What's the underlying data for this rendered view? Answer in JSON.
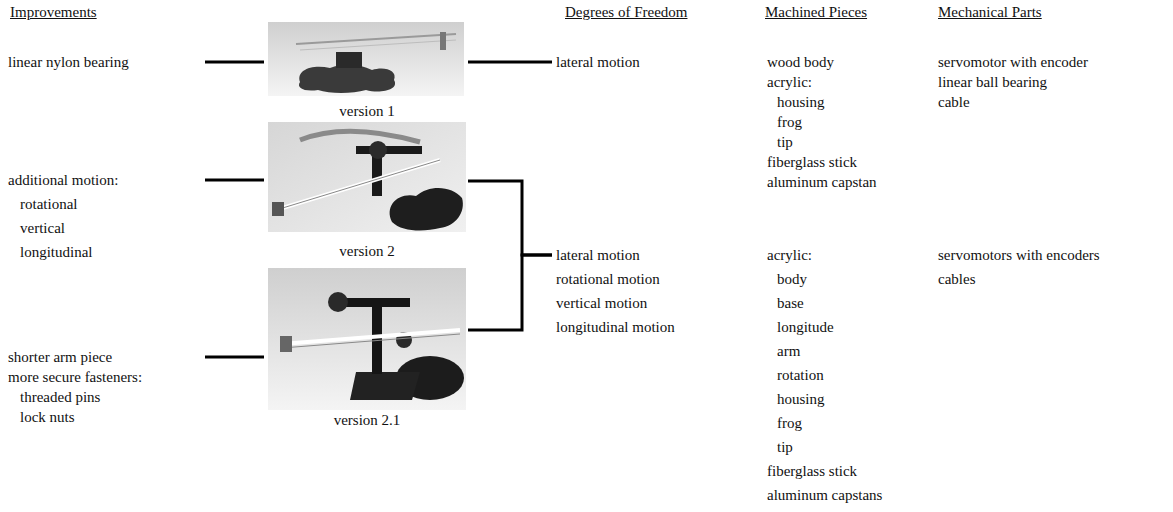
{
  "diagram": {
    "nodes": [
      {
        "text": [
          "linear nylon bearing"
        ]
      },
      {
        "text": [
          "version 1"
        ]
      },
      {
        "text": [
          "lateral motion"
        ]
      },
      {
        "text": [
          "additional motion:",
          "rotational",
          "vertical",
          "longitudinal"
        ]
      },
      {
        "text": [
          "version 2"
        ]
      },
      {
        "text": [
          "shorter arm piece",
          "more secure fasteners:",
          "threaded pins",
          "lock nuts"
        ]
      },
      {
        "text": [
          "version 2.1"
        ]
      },
      {
        "text": [
          "lateral motion",
          "rotational motion",
          "vertical motion",
          "longitudinal motion"
        ]
      }
    ],
    "edges": [
      {
        "from": 0,
        "to": 1,
        "arrow": "none"
      },
      {
        "from": 1,
        "to": 2,
        "arrow": "none"
      },
      {
        "from": 3,
        "to": 4,
        "arrow": "none"
      },
      {
        "from": 5,
        "to": 6,
        "arrow": "none"
      },
      {
        "from": 4,
        "to": 7,
        "arrow": "none"
      },
      {
        "from": 6,
        "to": 7,
        "arrow": "none"
      }
    ],
    "labels": [
      "Improvements",
      "Degrees of Freedom",
      "Machined Pieces",
      "Mechanical Parts",
      "wood body",
      "acrylic:",
      "housing",
      "frog",
      "tip",
      "fiberglass stick",
      "aluminum capstan",
      "servomotor with encoder",
      "linear ball bearing",
      "cable",
      "acrylic:",
      "body",
      "base",
      "longitude",
      "arm",
      "rotation",
      "housing",
      "frog",
      "tip",
      "fiberglass stick",
      "aluminum capstans",
      "servomotors with encoders",
      "cables"
    ]
  }
}
